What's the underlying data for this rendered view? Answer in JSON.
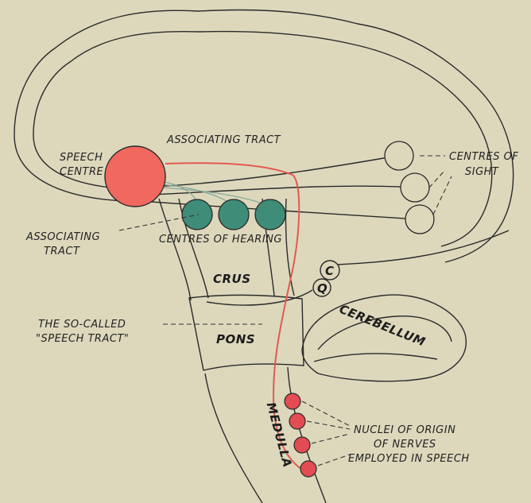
{
  "labels": {
    "speech_centre_1": "SPEECH",
    "speech_centre_2": "CENTRE",
    "associating_tract_top": "ASSOCIATING TRACT",
    "centres_of_sight_1": "CENTRES OF",
    "centres_of_sight_2": "SIGHT",
    "associating_tract_left_1": "ASSOCIATING",
    "associating_tract_left_2": "TRACT",
    "centres_of_hearing": "CENTRES OF HEARING",
    "crus": "CRUS",
    "so_called_1": "THE SO-CALLED",
    "so_called_2": "\"SPEECH TRACT\"",
    "pons": "PONS",
    "cerebellum": "CEREBELLUM",
    "medulla": "MEDULLA",
    "nuclei_1": "NUCLEI OF ORIGIN",
    "nuclei_2": "OF NERVES",
    "nuclei_3": "EMPLOYED IN SPEECH",
    "corpora_c": "C",
    "corpora_q": "Q"
  },
  "colors": {
    "background": "#ddd8bc",
    "speech_centre": "#f0685e",
    "hearing_centres": "#3f8c79",
    "sight_centres": "#ddd8bc",
    "nuclei": "#e24c52",
    "speech_tract": "#e25a50",
    "outline": "#2a2a2a"
  }
}
